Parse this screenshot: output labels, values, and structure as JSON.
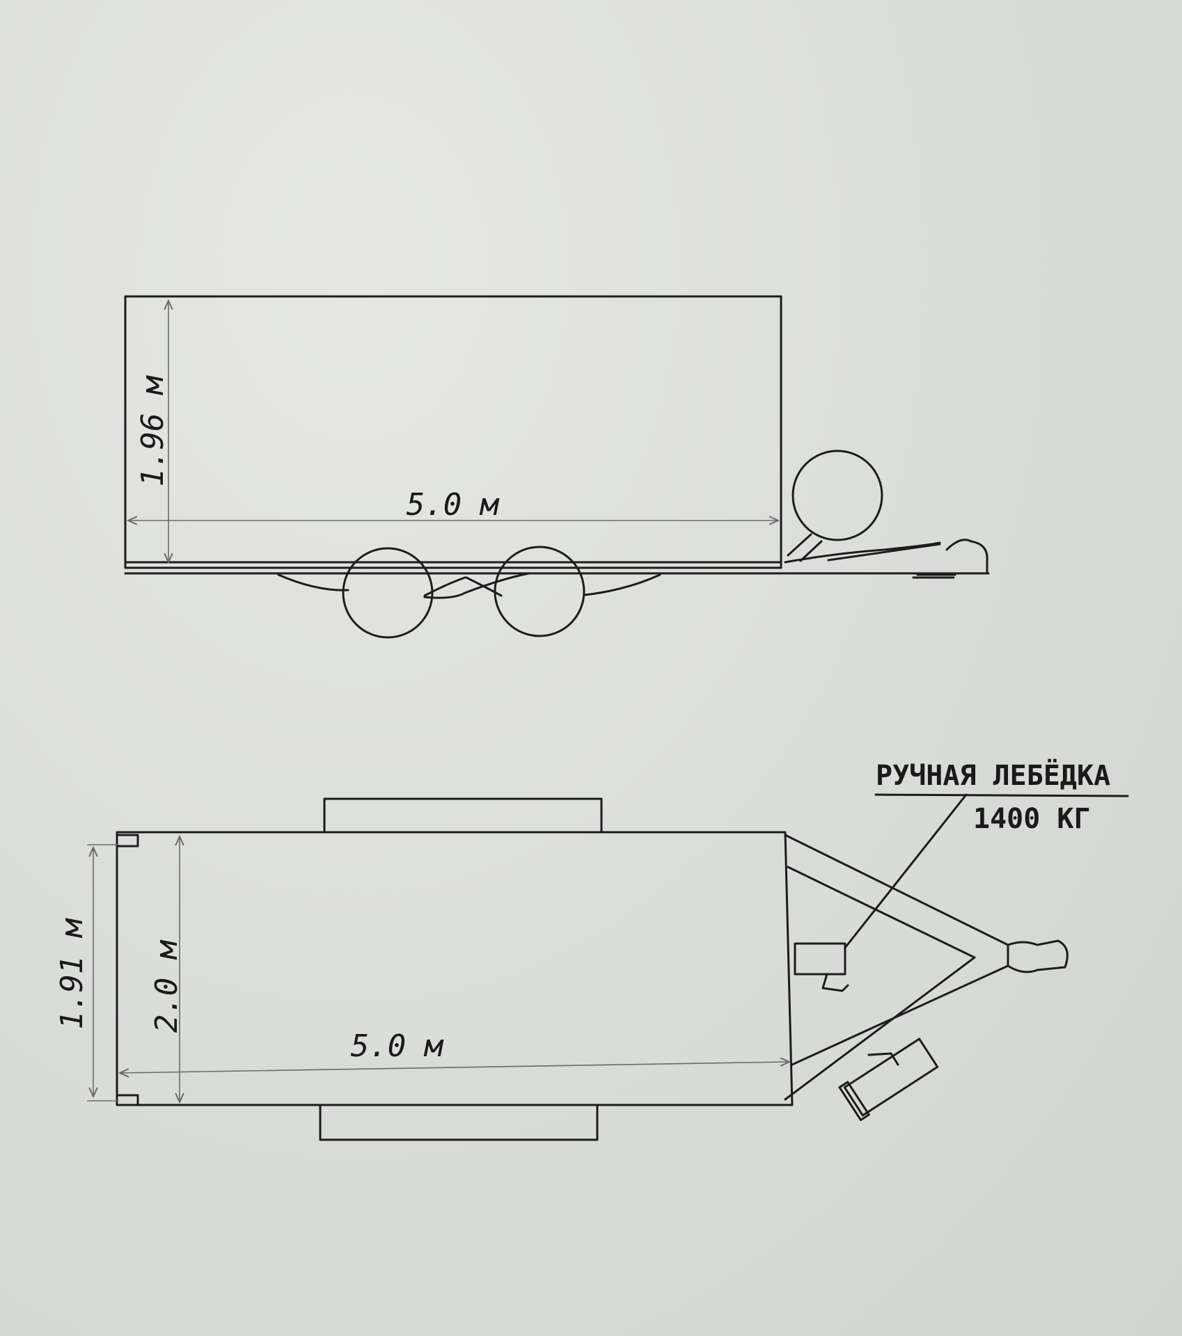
{
  "side_view": {
    "length_label": "5.0 м",
    "height_label": "1.96 м"
  },
  "top_view": {
    "length_label": "5.0 м",
    "outer_width_label": "2.0 м",
    "inner_width_label": "1.91 м"
  },
  "winch_callout": {
    "title": "РУЧНАЯ ЛЕБЁДКА",
    "capacity": "1400 КГ"
  }
}
